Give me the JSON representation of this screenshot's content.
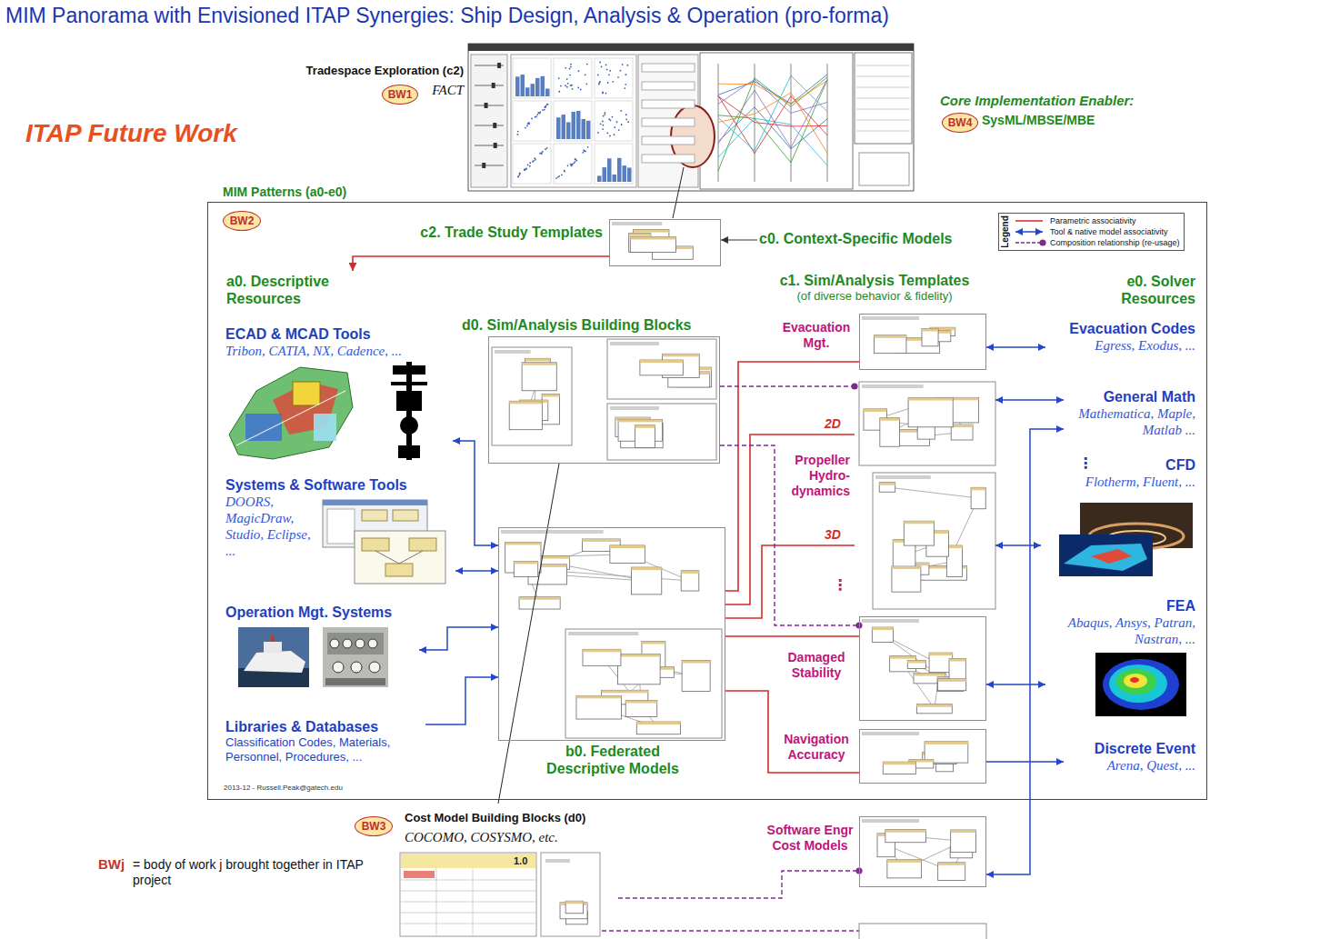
{
  "diagram": {
    "title": "MIM Panorama with Envisioned ITAP Synergies: Ship Design, Analysis & Operation (pro-forma)",
    "nodes": [
      {
        "text": [
          "Tradespace Exploration (c2)",
          "FACT"
        ]
      },
      {
        "text": [
          "BW1"
        ],
        "in": 0
      },
      {
        "text": [
          "Core Implementation Enabler:",
          "SysML/MBSE/MBE"
        ]
      },
      {
        "text": [
          "BW4"
        ],
        "in": 2
      },
      {
        "text": [
          "MIM Patterns (a0-e0)"
        ]
      },
      {
        "text": [
          "BW2"
        ],
        "in": 4
      },
      {
        "text": [
          "c2. Trade Study Templates"
        ],
        "in": 4
      },
      {
        "text": [
          "c0. Context-Specific Models"
        ],
        "in": 4
      },
      {
        "text": [
          "a0. Descriptive Resources"
        ],
        "in": 4
      },
      {
        "text": [
          "c1. Sim/Analysis Templates",
          "(of diverse behavior & fidelity)"
        ],
        "in": 4
      },
      {
        "text": [
          "e0. Solver Resources"
        ],
        "in": 4
      },
      {
        "text": [
          "ECAD & MCAD Tools",
          "Tribon, CATIA, NX, Cadence, ..."
        ],
        "in": 4
      },
      {
        "text": [
          "d0. Sim/Analysis Building Blocks"
        ],
        "in": 4
      },
      {
        "text": [
          "Evacuation Mgt."
        ],
        "in": 4
      },
      {
        "text": [
          "Evacuation Codes",
          "Egress, Exodus, ..."
        ],
        "in": 4
      },
      {
        "text": [
          "Propeller Hydro-dynamics"
        ],
        "in": 4
      },
      {
        "text": [
          "General Math",
          "Mathematica, Maple, Matlab ..."
        ],
        "in": 4
      },
      {
        "text": [
          "CFD",
          "Flotherm, Fluent, ..."
        ],
        "in": 4
      },
      {
        "text": [
          "Systems & Software Tools",
          "DOORS, MagicDraw, Studio, Eclipse, ..."
        ],
        "in": 4
      },
      {
        "text": [
          "Operation Mgt. Systems"
        ],
        "in": 4
      },
      {
        "text": [
          "b0. Federated Descriptive Models"
        ],
        "in": 4
      },
      {
        "text": [
          "FEA",
          "Abaqus, Ansys, Patran, Nastran, ..."
        ],
        "in": 4
      },
      {
        "text": [
          "Damaged Stability"
        ],
        "in": 4
      },
      {
        "text": [
          "Libraries & Databases",
          "Classification Codes, Materials, Personnel, Procedures, ..."
        ],
        "in": 4
      },
      {
        "text": [
          "Navigation Accuracy"
        ],
        "in": 4
      },
      {
        "text": [
          "Discrete Event",
          "Arena, Quest, ..."
        ],
        "in": 4
      },
      {
        "text": [
          "Cost Model Building Blocks (d0)",
          "COCOMO, COSYSMO, etc."
        ]
      },
      {
        "text": [
          "BW3"
        ],
        "in": 26
      },
      {
        "text": [
          "Software Engr Cost Models"
        ]
      }
    ],
    "edges": [
      {
        "from": 7,
        "to": 6,
        "arrow": "to"
      },
      {
        "from": 6,
        "to": 8,
        "arrow": "to"
      },
      {
        "from": 20,
        "to": 11,
        "arrow": "both"
      },
      {
        "from": 20,
        "to": 18,
        "arrow": "both"
      },
      {
        "from": 20,
        "to": 19,
        "arrow": "both"
      },
      {
        "from": 23,
        "to": 20,
        "arrow": "to"
      },
      {
        "from": 20,
        "to": 13,
        "arrow": "none"
      },
      {
        "from": 20,
        "to": 15,
        "label": "2D",
        "arrow": "none"
      },
      {
        "from": 20,
        "to": 15,
        "label": "3D",
        "arrow": "none"
      },
      {
        "from": 20,
        "to": 22,
        "arrow": "none"
      },
      {
        "from": 20,
        "to": 24,
        "arrow": "none"
      },
      {
        "from": 12,
        "to": 15,
        "arrow": "to"
      },
      {
        "from": 12,
        "to": 22,
        "arrow": "to"
      },
      {
        "from": 12,
        "to": 26,
        "arrow": "none"
      },
      {
        "from": 26,
        "to": 28,
        "arrow": "to"
      },
      {
        "from": 13,
        "to": 14,
        "arrow": "both"
      },
      {
        "from": 15,
        "to": 16,
        "arrow": "both"
      },
      {
        "from": 15,
        "to": 17,
        "arrow": "both"
      },
      {
        "from": 22,
        "to": 21,
        "arrow": "both"
      },
      {
        "from": 28,
        "to": 16,
        "arrow": "both"
      },
      {
        "from": 24,
        "to": 25,
        "arrow": "to"
      }
    ],
    "labels": [
      "ITAP Future Work",
      "Legend",
      "⋮",
      "⋮",
      "2013-12 - Russell.Peak@gatech.edu",
      "1.0",
      "BWj",
      "= body of work j brought together in ITAP project"
    ],
    "legend": [
      {
        "text": "Parametric associativity"
      },
      {
        "text": "Tool & native model associativity"
      },
      {
        "text": "Composition relationship (re-usage)"
      }
    ]
  }
}
